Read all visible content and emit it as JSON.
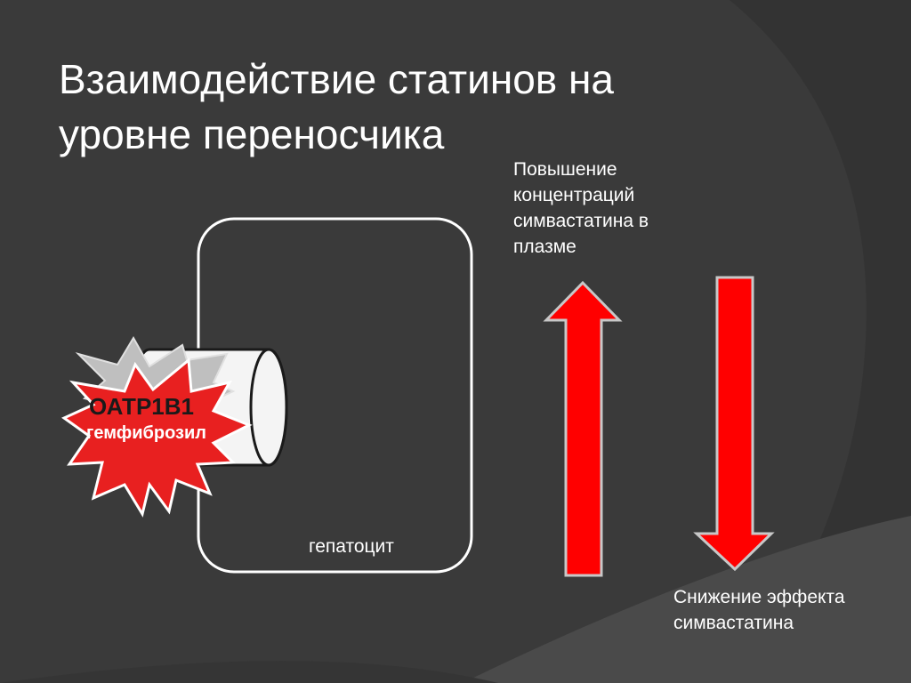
{
  "slide": {
    "title": "Взаимодействие статинов на уровне переносчика",
    "label_up": "Повышение концентраций симвастатина в плазме",
    "label_down": "Снижение эффекта симвастатина",
    "cell_label": "гепатоцит",
    "transporter_text": "ОАТР1В1",
    "drug_label": "гемфиброзил"
  },
  "colors": {
    "background": "#3a3a3a",
    "swoosh": "#2c2c2c",
    "swoosh_light": "#4a4a4a",
    "arrow_fill": "#ff0000",
    "arrow_stroke": "#c8c8c8",
    "starburst_fill": "#e82020",
    "starburst_shadow": "#bfbfbf",
    "cylinder_fill": "#f4f4f4"
  }
}
